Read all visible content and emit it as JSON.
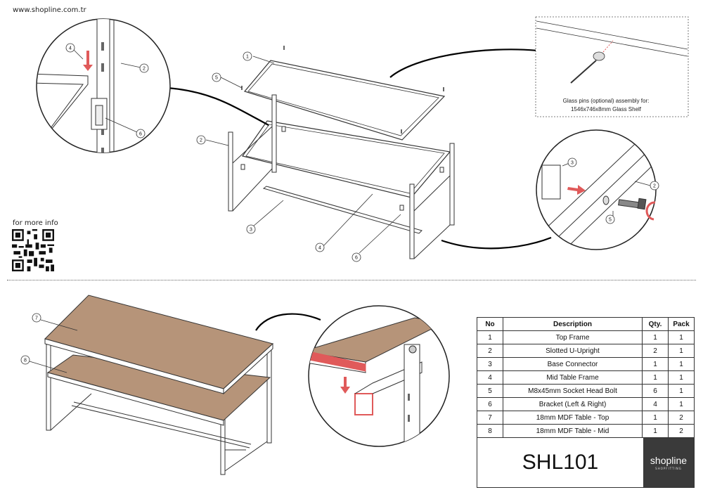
{
  "header": {
    "site": "www.shopline.com.tr"
  },
  "qr": {
    "label": "for more info"
  },
  "glass_note": {
    "line1": "Glass pins (optional) assembly for:",
    "line2": "1546x746x8mm Glass Shelf"
  },
  "callouts": {
    "c1": "1",
    "c2": "2",
    "c2b": "2",
    "c2c": "2",
    "c3": "3",
    "c3b": "3",
    "c4": "4",
    "c4b": "4",
    "c5": "5",
    "c5b": "5",
    "c6": "6",
    "c6b": "6",
    "c7": "7",
    "c8": "8"
  },
  "parts_table": {
    "headers": {
      "no": "No",
      "description": "Description",
      "qty": "Qty.",
      "pack": "Pack"
    },
    "rows": [
      {
        "no": "1",
        "description": "Top Frame",
        "qty": "1",
        "pack": "1"
      },
      {
        "no": "2",
        "description": "Slotted U-Upright",
        "qty": "2",
        "pack": "1"
      },
      {
        "no": "3",
        "description": "Base Connector",
        "qty": "1",
        "pack": "1"
      },
      {
        "no": "4",
        "description": "Mid Table Frame",
        "qty": "1",
        "pack": "1"
      },
      {
        "no": "5",
        "description": "M8x45mm Socket Head Bolt",
        "qty": "6",
        "pack": "1"
      },
      {
        "no": "6",
        "description": "Bracket (Left & Right)",
        "qty": "4",
        "pack": "1"
      },
      {
        "no": "7",
        "description": "18mm MDF Table - Top",
        "qty": "1",
        "pack": "2"
      },
      {
        "no": "8",
        "description": "18mm MDF Table - Mid",
        "qty": "1",
        "pack": "2"
      }
    ]
  },
  "title_block": {
    "model": "SHL101",
    "brand": "shopline",
    "brand_sub": "SHOPFITTING"
  },
  "colors": {
    "mdf": "#b69479",
    "highlight": "#e05a5a",
    "brand_bg": "#3a3a3a"
  }
}
